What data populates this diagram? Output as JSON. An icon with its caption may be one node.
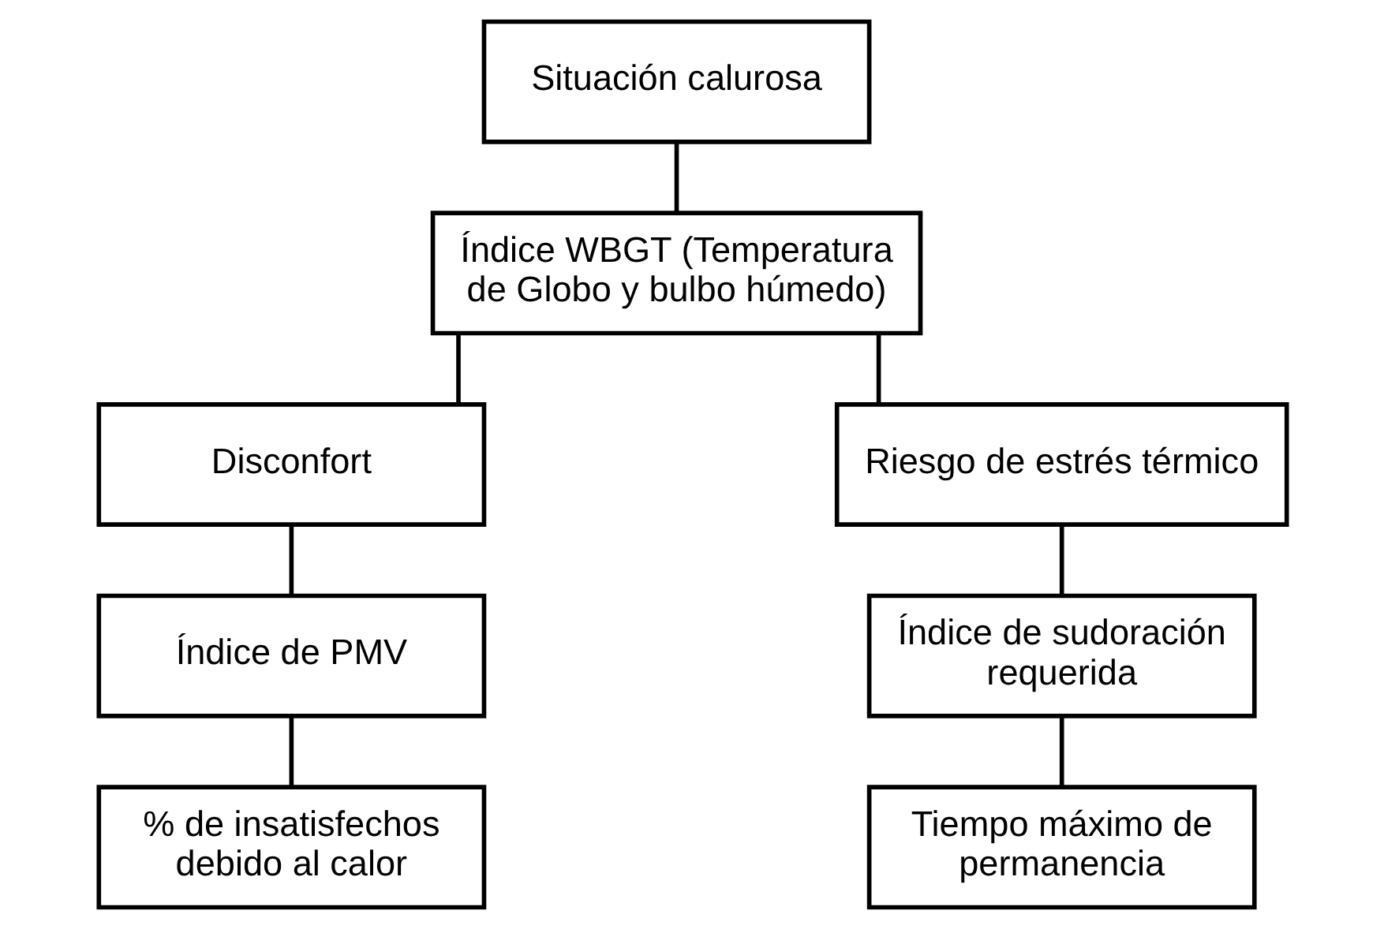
{
  "diagram": {
    "nodes": [
      {
        "text": [
          "Situación calurosa"
        ]
      },
      {
        "text": [
          "Índice WBGT (Temperatura de Globo y bulbo húmedo)"
        ]
      },
      {
        "text": [
          "Disconfort"
        ]
      },
      {
        "text": [
          "Riesgo de estrés térmico"
        ]
      },
      {
        "text": [
          "Índice de PMV"
        ]
      },
      {
        "text": [
          "% de insatisfechos debido al calor"
        ]
      },
      {
        "text": [
          "Índice de sudoración requerida"
        ]
      },
      {
        "text": [
          "Tiempo máximo de permanencia"
        ]
      }
    ],
    "edges": [
      {
        "from": 0,
        "to": 1,
        "arrow": "none"
      },
      {
        "from": 1,
        "to": 2,
        "arrow": "none"
      },
      {
        "from": 1,
        "to": 3,
        "arrow": "none"
      },
      {
        "from": 2,
        "to": 4,
        "arrow": "none"
      },
      {
        "from": 4,
        "to": 5,
        "arrow": "none"
      },
      {
        "from": 3,
        "to": 6,
        "arrow": "none"
      },
      {
        "from": 6,
        "to": 7,
        "arrow": "none"
      }
    ]
  }
}
